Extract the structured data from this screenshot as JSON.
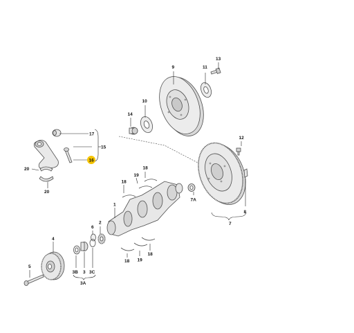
{
  "diagram": {
    "callouts": {
      "c1": "1",
      "c2": "2",
      "c3": "3",
      "c3A": "3A",
      "c3B": "3B",
      "c3C": "3C",
      "c4": "4",
      "c5": "5",
      "c6": "6",
      "c7": "7",
      "c7A": "7A",
      "c8": "8",
      "c9": "9",
      "c10": "10",
      "c11": "11",
      "c12": "12",
      "c13": "13",
      "c14": "14",
      "c15": "15",
      "c16": "16",
      "c17": "17",
      "c18a": "18",
      "c18b": "18",
      "c18c": "18",
      "c18d": "18",
      "c19a": "19",
      "c19b": "19",
      "c20a": "20",
      "c20b": "20"
    },
    "colors": {
      "part_fill": "#e9e9e9",
      "part_shade": "#cfcfcf",
      "part_stroke": "#4d4d4d",
      "highlight": "#f5c400"
    },
    "highlighted_callout": "16"
  }
}
